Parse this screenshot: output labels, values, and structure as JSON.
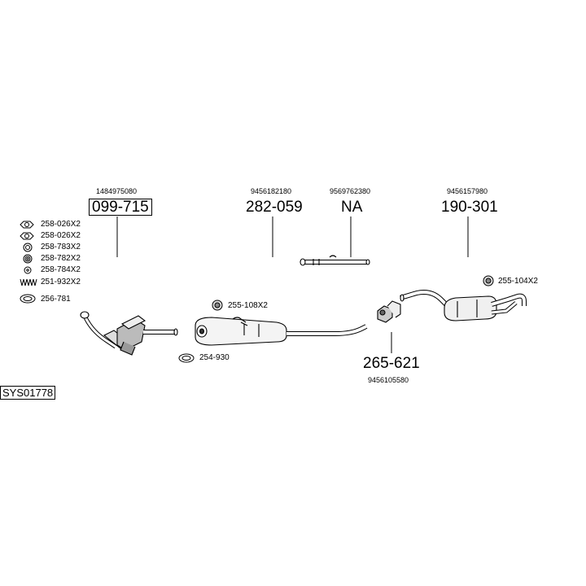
{
  "system_code": "SYS01778",
  "parts": [
    {
      "id": "catalyst",
      "oem": "1484975080",
      "number": "099-715",
      "boxed": true
    },
    {
      "id": "middle-silencer",
      "oem": "9456182180",
      "number": "282-059",
      "boxed": false
    },
    {
      "id": "intermediate-pipe",
      "oem": "9569762380",
      "number": "NA",
      "boxed": false
    },
    {
      "id": "rear-silencer",
      "oem": "9456157980",
      "number": "190-301",
      "boxed": false
    },
    {
      "id": "bracket",
      "oem": "9456105580",
      "number": "265-621",
      "boxed": false
    }
  ],
  "legend": [
    {
      "icon": "nut-icon",
      "label": "258-026X2"
    },
    {
      "icon": "nut-icon",
      "label": "258-026X2"
    },
    {
      "icon": "washer-icon",
      "label": "258-783X2"
    },
    {
      "icon": "lock-nut-icon",
      "label": "258-782X2"
    },
    {
      "icon": "ring-icon",
      "label": "258-784X2"
    },
    {
      "icon": "spring-icon",
      "label": "251-932X2"
    },
    {
      "icon": "gasket-icon",
      "label": "256-781"
    }
  ],
  "fittings": {
    "mount_middle": "255-108X2",
    "clamp": "254-930",
    "mount_rear": "255-104X2"
  }
}
